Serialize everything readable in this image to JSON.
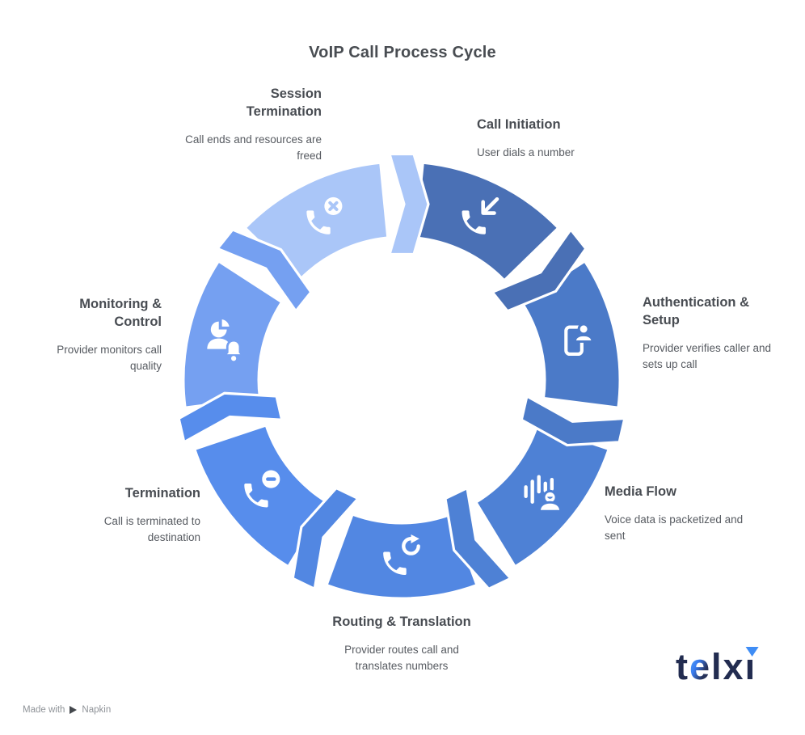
{
  "title": "VoIP Call Process Cycle",
  "diagram": {
    "steps": [
      {
        "label": "Call Initiation",
        "description": "User dials a number",
        "color": "#4a70b5",
        "icon": "phone-incoming-icon"
      },
      {
        "label": "Authentication & Setup",
        "description": "Provider verifies caller and sets up call",
        "color": "#4b7ac8",
        "icon": "phone-user-icon"
      },
      {
        "label": "Media Flow",
        "description": "Voice data is packetized and sent",
        "color": "#4e81d5",
        "icon": "voice-waveform-user-icon"
      },
      {
        "label": "Routing & Translation",
        "description": "Provider routes call and translates numbers",
        "color": "#5287e2",
        "icon": "phone-refresh-icon"
      },
      {
        "label": "Termination",
        "description": "Call is terminated to destination",
        "color": "#578dec",
        "icon": "phone-minus-icon"
      },
      {
        "label": "Monitoring & Control",
        "description": "Provider monitors call quality",
        "color": "#75a0f1",
        "icon": "user-chart-bell-icon"
      },
      {
        "label": "Session Termination",
        "description": "Call ends and resources are freed",
        "color": "#aac6f8",
        "icon": "phone-cancel-icon"
      }
    ]
  },
  "branding": {
    "logo_text": "telxi",
    "accent_color": "#3f8df5",
    "navy_color": "#222c50"
  },
  "attribution": {
    "prefix": "Made with",
    "brand": "Napkin"
  }
}
